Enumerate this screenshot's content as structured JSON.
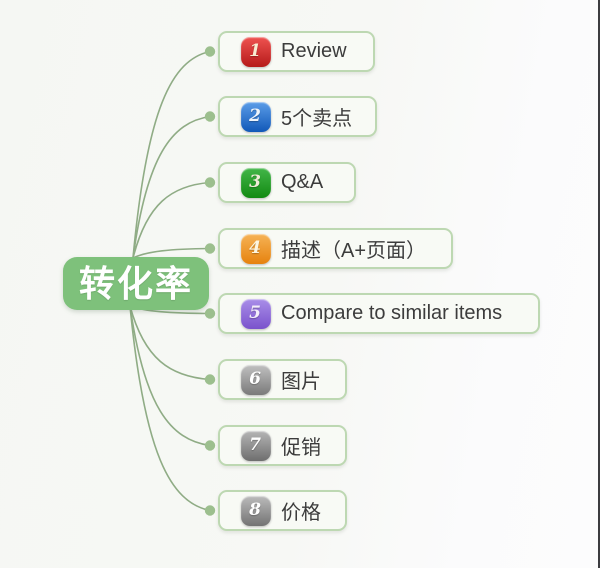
{
  "colors": {
    "background": "#f7f8f5",
    "connector_line": "#8fac85",
    "connector_dot": "#9cbf8e",
    "central_bg": "#7ec17b",
    "central_text": "#ffffff",
    "node_border": "#bdd8b2",
    "node_bg": "#f8faf5",
    "node_text": "#3c3c3c",
    "right_edge_line": "#3c3c40"
  },
  "central": {
    "label": "转化率"
  },
  "nodes": [
    {
      "num": "1",
      "label": "Review",
      "badge_top": "#ef5350",
      "badge_bottom": "#b51a1a",
      "num_color": "#f8edd2"
    },
    {
      "num": "2",
      "label": "5个卖点",
      "badge_top": "#5b9de8",
      "badge_bottom": "#1158b8",
      "num_color": "#eef4fb"
    },
    {
      "num": "3",
      "label": "Q&A",
      "badge_top": "#43b649",
      "badge_bottom": "#128a12",
      "num_color": "#f0ecd8"
    },
    {
      "num": "4",
      "label": "描述（A+页面）",
      "badge_top": "#f6b356",
      "badge_bottom": "#e6820e",
      "num_color": "#fdf6e0"
    },
    {
      "num": "5",
      "label": "Compare to similar items",
      "badge_top": "#a98ee8",
      "badge_bottom": "#7a52cc",
      "num_color": "#f3edfa"
    },
    {
      "num": "6",
      "label": "图片",
      "badge_top": "#c0c0c0",
      "badge_bottom": "#7a7a7a",
      "num_color": "#ffffff"
    },
    {
      "num": "7",
      "label": "促销",
      "badge_top": "#b5b5b5",
      "badge_bottom": "#6e6e6e",
      "num_color": "#ffffff"
    },
    {
      "num": "8",
      "label": "价格",
      "badge_top": "#bbbbbb",
      "badge_bottom": "#737373",
      "num_color": "#ffffff"
    }
  ]
}
